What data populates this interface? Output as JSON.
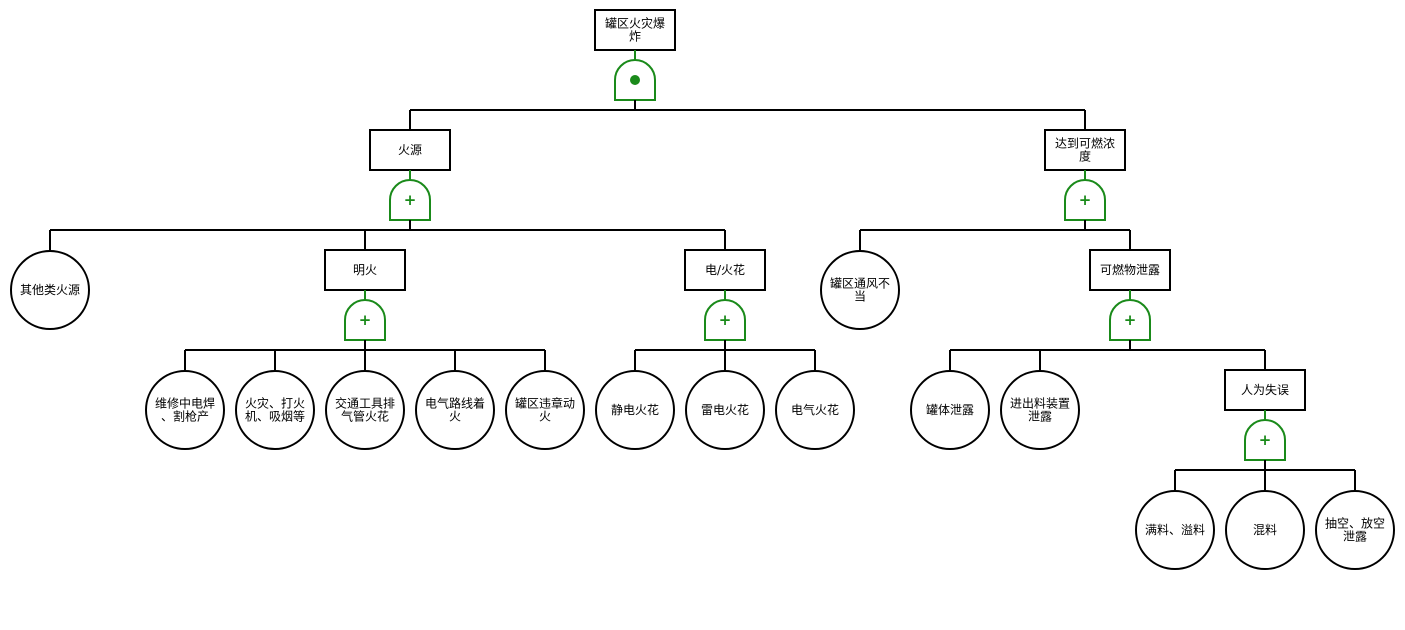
{
  "colors": {
    "line": "#000000",
    "gate": "#1a8a1a",
    "box_fill": "#ffffff"
  },
  "top_event": {
    "label": "罐区火灾爆炸",
    "gate": "and"
  },
  "events": {
    "ignition": {
      "label": "火源",
      "gate": "or"
    },
    "concentration": {
      "label": "达到可燃浓度",
      "gate": "or"
    },
    "other_ignition": {
      "label": "其他类火源"
    },
    "open_flame": {
      "label": "明火",
      "gate": "or"
    },
    "electric_spark": {
      "label": "电/火花",
      "gate": "or"
    },
    "poor_ventilation": {
      "label": "罐区通风不当"
    },
    "flammable_leak": {
      "label": "可燃物泄露",
      "gate": "or"
    },
    "welding": {
      "label": "维修中电焊、割枪产"
    },
    "lighter_smoking": {
      "label": "火灾、打火机、吸烟等"
    },
    "vehicle_exhaust": {
      "label": "交通工具排气管火花"
    },
    "wire_fire": {
      "label": "电气路线着火"
    },
    "illegal_fire": {
      "label": "罐区违章动火"
    },
    "static_spark": {
      "label": "静电火花"
    },
    "lightning_spark": {
      "label": "雷电火花"
    },
    "electrical_spark": {
      "label": "电气火花"
    },
    "tank_leak": {
      "label": "罐体泄露"
    },
    "loading_leak": {
      "label": "进出料装置泄露"
    },
    "human_error": {
      "label": "人为失误",
      "gate": "or"
    },
    "overflow": {
      "label": "满料、溢料"
    },
    "mixing": {
      "label": "混料"
    },
    "empty_vent": {
      "label": "抽空、放空泄露"
    }
  }
}
